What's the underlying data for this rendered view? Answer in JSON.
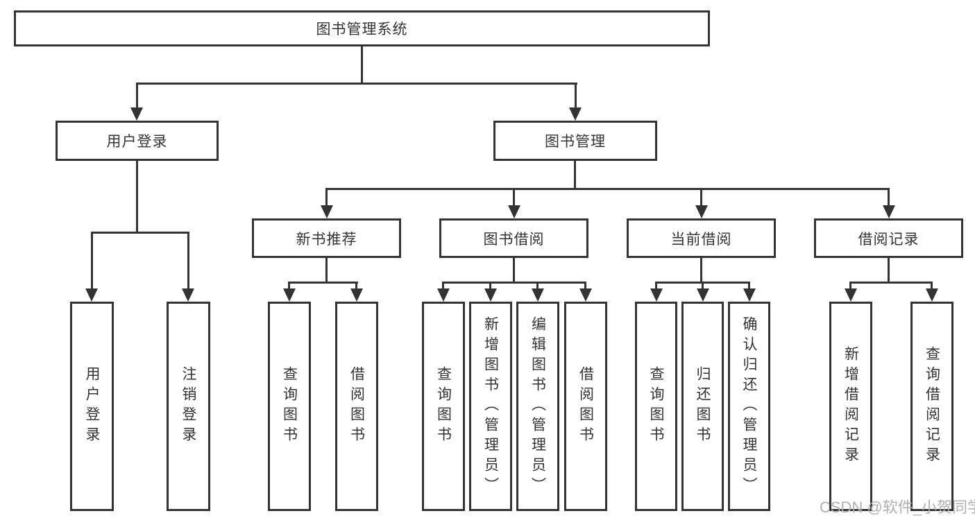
{
  "diagram": {
    "root": {
      "label": "图书管理系统"
    },
    "branches": [
      {
        "label": "用户登录",
        "children": [
          {
            "label": "用户登录"
          },
          {
            "label": "注销登录"
          }
        ]
      },
      {
        "label": "图书管理",
        "groups": [
          {
            "label": "新书推荐",
            "children": [
              {
                "label": "查询图书"
              },
              {
                "label": "借阅图书"
              }
            ]
          },
          {
            "label": "图书借阅",
            "children": [
              {
                "label": "查询图书"
              },
              {
                "label": "新增图书（管理员）"
              },
              {
                "label": "编辑图书（管理员）"
              },
              {
                "label": "借阅图书"
              }
            ]
          },
          {
            "label": "当前借阅",
            "children": [
              {
                "label": "查询图书"
              },
              {
                "label": "归还图书"
              },
              {
                "label": "确认归还（管理员）"
              }
            ]
          },
          {
            "label": "借阅记录",
            "children": [
              {
                "label": "新增借阅记录"
              },
              {
                "label": "查询借阅记录"
              }
            ]
          }
        ]
      }
    ]
  },
  "watermark": {
    "text": "CSDN @软件_小贺同学"
  },
  "colors": {
    "line": "#333333",
    "text": "#333333",
    "background": "#ffffff",
    "watermark": "#b0b0b0"
  }
}
